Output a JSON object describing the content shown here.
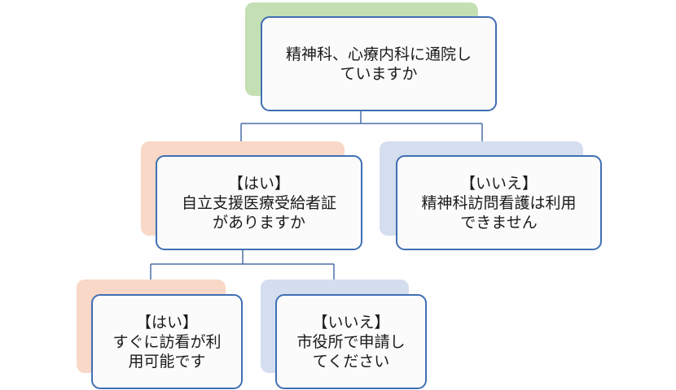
{
  "colors": {
    "box_border": "#3f6fb3",
    "connector": "#4a6fa5",
    "shadow_root": "#c5dfb4",
    "shadow_yes": "#f9d8c7",
    "shadow_no": "#d5deef"
  },
  "root": {
    "line1": "精神科、心療内科に通院し",
    "line2": "ていますか"
  },
  "yes": {
    "line1": "【はい】",
    "line2": "自立支援医療受給者証",
    "line3": "がありますか"
  },
  "no": {
    "line1": "【いいえ】",
    "line2": "精神科訪問看護は利用",
    "line3": "できません"
  },
  "yes_yes": {
    "line1": "【はい】",
    "line2": "すぐに訪看が利",
    "line3": "用可能です"
  },
  "yes_no": {
    "line1": "【いいえ】",
    "line2": "市役所で申請し",
    "line3": "てください"
  }
}
